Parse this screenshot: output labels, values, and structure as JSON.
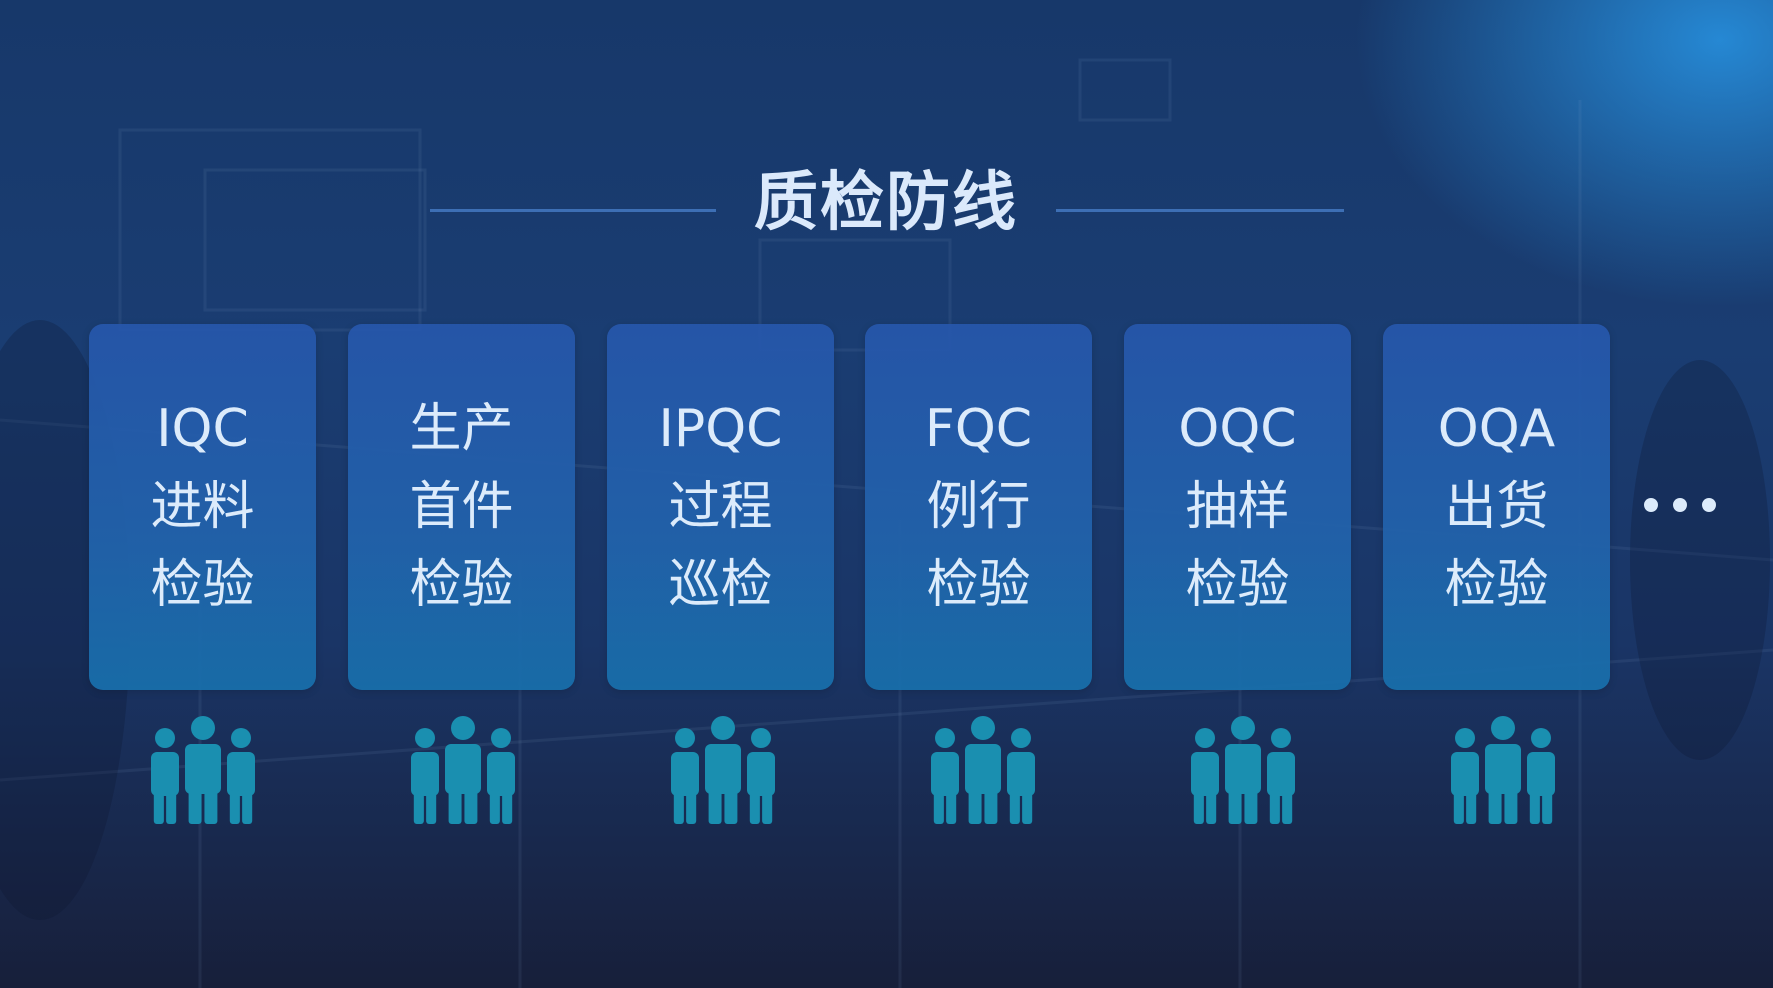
{
  "title": "质检防线",
  "colors": {
    "background": "#1a3d72",
    "card": "#2562aa",
    "card_text": "#dcebfb",
    "icon": "#1a8fb0",
    "title_line": "#3d6fb5"
  },
  "stages": [
    {
      "line1": "IQC",
      "line2": "进料",
      "line3": "检验",
      "icon": "people-group-icon"
    },
    {
      "line1": "生产",
      "line2": "首件",
      "line3": "检验",
      "icon": "people-group-icon"
    },
    {
      "line1": "IPQC",
      "line2": "过程",
      "line3": "巡检",
      "icon": "people-group-icon"
    },
    {
      "line1": "FQC",
      "line2": "例行",
      "line3": "检验",
      "icon": "people-group-icon"
    },
    {
      "line1": "OQC",
      "line2": "抽样",
      "line3": "检验",
      "icon": "people-group-icon"
    },
    {
      "line1": "OQA",
      "line2": "出货",
      "line3": "检验",
      "icon": "people-group-icon"
    }
  ],
  "more_icon": "ellipsis-icon"
}
